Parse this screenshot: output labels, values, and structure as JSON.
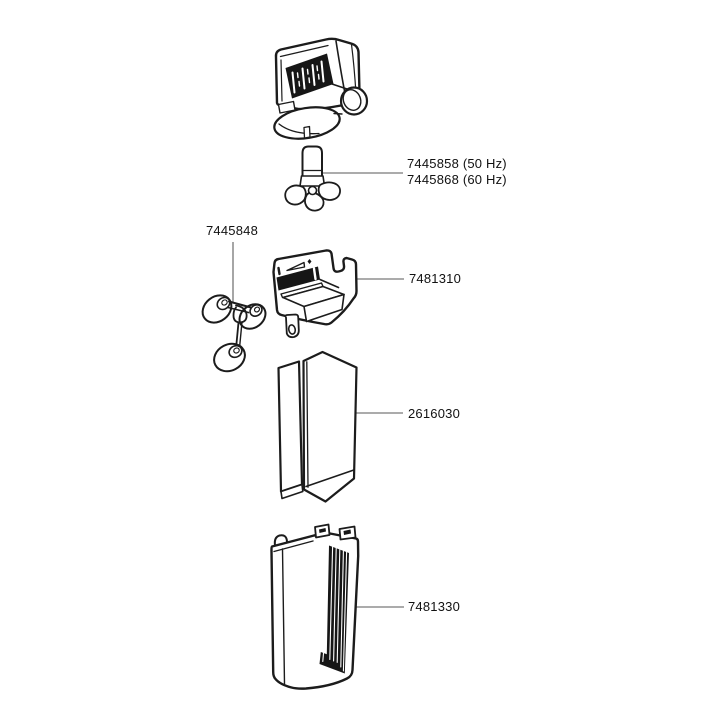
{
  "diagram": {
    "kind": "exploded-parts-diagram",
    "colors": {
      "outline": "#1c1c1c",
      "dark_fill": "#161616",
      "leader_line": "#8f8f8f",
      "label_text": "#111111",
      "background": "#ffffff"
    },
    "labels": {
      "impeller_50hz": "7445858 (50 Hz)",
      "impeller_60hz": "7445868 (60 Hz)",
      "suction_cups": "7445848",
      "mounting_bracket": "7481310",
      "filter_cartridge": "2616030",
      "filter_canister": "7481330"
    },
    "parts": [
      {
        "name": "pump-head"
      },
      {
        "name": "impeller"
      },
      {
        "name": "suction-cups"
      },
      {
        "name": "mounting-bracket"
      },
      {
        "name": "filter-cartridge"
      },
      {
        "name": "filter-canister"
      }
    ]
  }
}
